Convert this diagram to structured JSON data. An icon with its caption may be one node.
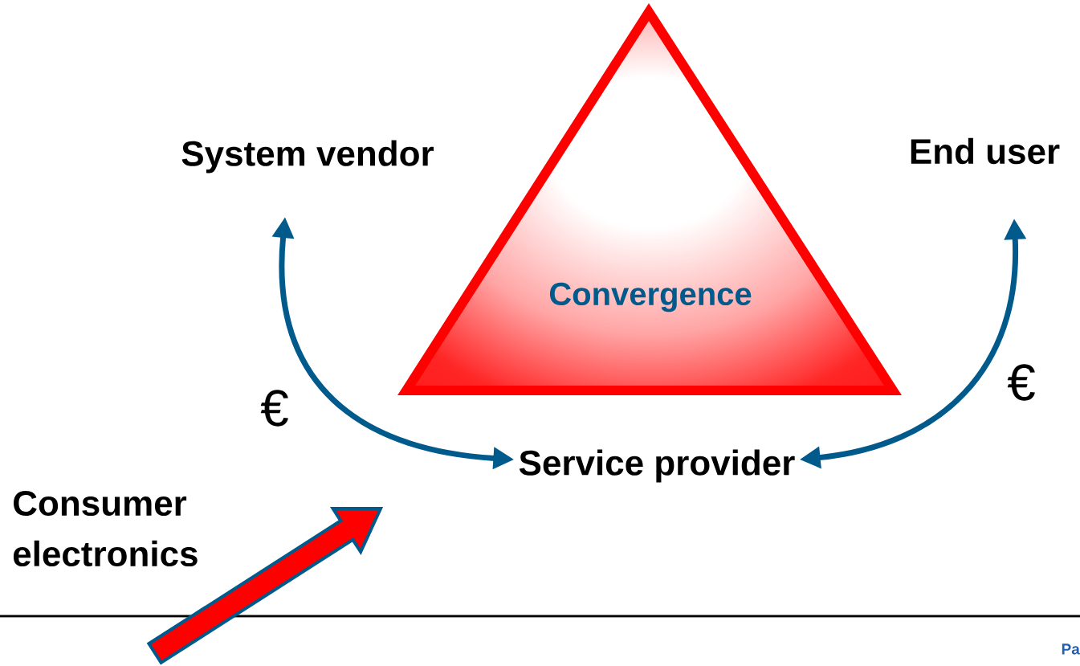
{
  "diagram": {
    "nodes": [
      {
        "text": [
          "System vendor"
        ]
      },
      {
        "text": [
          "Convergence"
        ]
      },
      {
        "text": [
          "End user"
        ]
      },
      {
        "text": [
          "Service provider"
        ]
      },
      {
        "text": [
          "Consumer electronics"
        ]
      }
    ],
    "edges": [
      {
        "from": 0,
        "to": 3,
        "arrow": "both",
        "label": "€"
      },
      {
        "from": 2,
        "to": 3,
        "arrow": "both",
        "label": "€"
      },
      {
        "from": 4,
        "to": 3,
        "arrow": "to",
        "style": "thick",
        "color": "#ff0000"
      }
    ],
    "labels": [
      "Pa"
    ]
  }
}
